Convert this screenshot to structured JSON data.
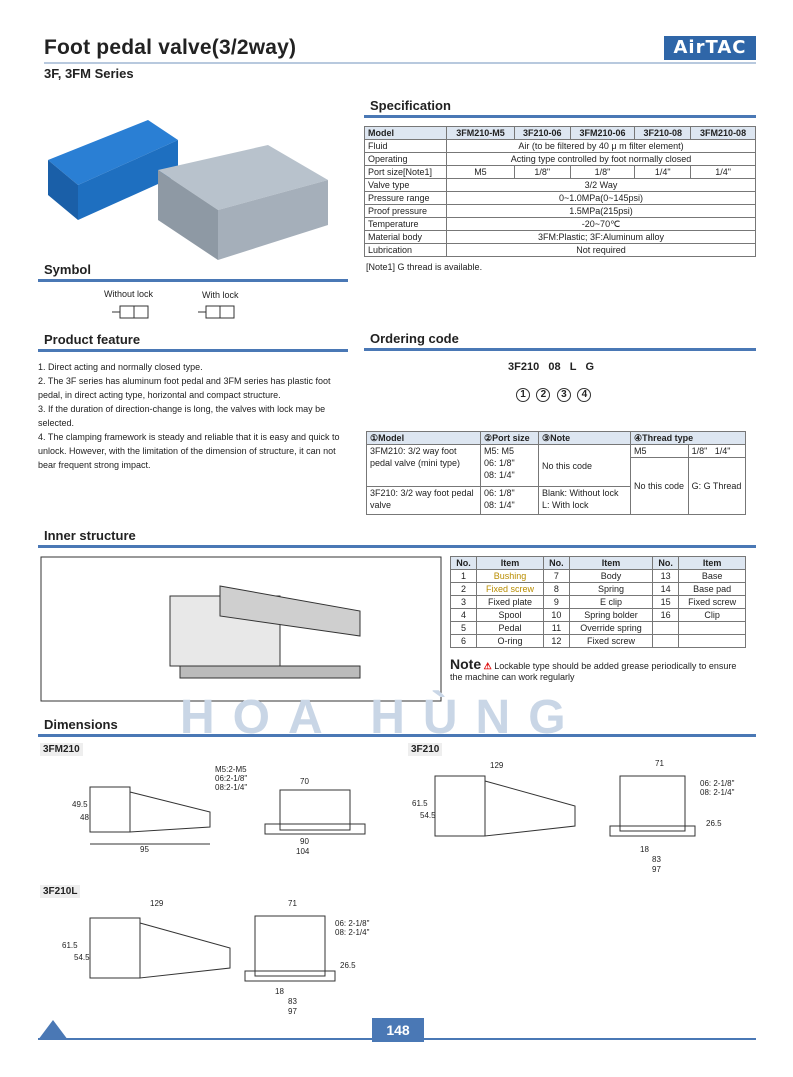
{
  "header": {
    "title": "Foot pedal valve(3/2way)",
    "series": "3F, 3FM Series",
    "brand": "AirTAC"
  },
  "sections": {
    "specification": "Specification",
    "symbol": "Symbol",
    "product_feature": "Product feature",
    "ordering_code": "Ordering code",
    "inner_structure": "Inner structure",
    "dimensions": "Dimensions"
  },
  "spec": {
    "headers": [
      "Model",
      "3FM210-M5",
      "3F210-06",
      "3FM210-06",
      "3F210-08",
      "3FM210-08"
    ],
    "fluid": [
      "Fluid",
      "Air (to be filtered by 40 μ m filter element)"
    ],
    "operating": [
      "Operating",
      "Acting type controlled by foot normally closed"
    ],
    "port_size": [
      "Port size[Note1]",
      "M5",
      "1/8\"",
      "1/8\"",
      "1/4\"",
      "1/4\""
    ],
    "valve_type": [
      "Valve type",
      "3/2 Way"
    ],
    "pressure_range": [
      "Pressure range",
      "0~1.0MPa(0~145psi)"
    ],
    "proof_pressure": [
      "Proof pressure",
      "1.5MPa(215psi)"
    ],
    "temperature": [
      "Temperature",
      "-20~70℃"
    ],
    "material": [
      "Material body",
      "3FM:Plastic; 3F:Aluminum alloy"
    ],
    "lubrication": [
      "Lubrication",
      "Not required"
    ],
    "note": "[Note1] G thread is available."
  },
  "symbol": {
    "without_lock": "Without lock",
    "with_lock": "With lock"
  },
  "features": [
    "1. Direct acting and normally closed type.",
    "2. The 3F series has aluminum foot pedal and 3FM series has plastic foot pedal, in direct acting type, horizontal and compact structure.",
    "3. If the duration of direction-change is long, the valves with lock may be selected.",
    "4. The clamping framework is steady and reliable that it is easy and quick to unlock. However, with the limitation of the dimension of structure, it can not bear frequent strong impact."
  ],
  "ordering": {
    "code": "3F210   08   L   G",
    "nums": [
      "1",
      "2",
      "3",
      "4"
    ],
    "col_model": "①Model",
    "col_port": "②Port size",
    "col_note": "③Note",
    "col_thread": "④Thread type",
    "model1": "3FM210: 3/2 way foot pedal valve (mini type)",
    "port1": "M5: M5\n06: 1/8\"\n08: 1/4\"",
    "note1": "No this code",
    "thread_m5": "M5",
    "thread_sizes": "1/8\"   1/4\"",
    "model2": "3F210: 3/2 way foot pedal valve",
    "port2": "06: 1/8\"\n08: 1/4\"",
    "note2": "Blank: Without lock\nL: With lock",
    "thread_none": "No this code",
    "thread_g": "G: G Thread"
  },
  "items": {
    "headers": [
      "No.",
      "Item",
      "No.",
      "Item",
      "No.",
      "Item"
    ],
    "rows": [
      [
        "1",
        "Bushing",
        "7",
        "Body",
        "13",
        "Base"
      ],
      [
        "2",
        "Fixed screw",
        "8",
        "Spring",
        "14",
        "Base pad"
      ],
      [
        "3",
        "Fixed plate",
        "9",
        "E clip",
        "15",
        "Fixed screw"
      ],
      [
        "4",
        "Spool",
        "10",
        "Spring bolder",
        "16",
        "Clip"
      ],
      [
        "5",
        "Pedal",
        "11",
        "Override spring",
        "",
        ""
      ],
      [
        "6",
        "O-ring",
        "12",
        "Fixed screw",
        "",
        ""
      ]
    ]
  },
  "note": {
    "label": "Note",
    "text": "Lockable type should be added grease periodically to ensure the machine  can work regularly"
  },
  "watermark": "HOA HÙNG",
  "dimensions": {
    "tag1": "3FM210",
    "tag2": "3F210",
    "tag3": "3F210L",
    "d1_left": [
      "49.5",
      "48",
      "95"
    ],
    "d1_right": [
      "M5:2-M5",
      "06:2-1/8\"",
      "08:2-1/4\"",
      "70",
      "90",
      "104"
    ],
    "d2_left": [
      "129",
      "61.5",
      "54.5"
    ],
    "d2_right": [
      "71",
      "06: 2-1/8\"",
      "08: 2-1/4\"",
      "26.5",
      "18",
      "83",
      "97"
    ],
    "d3_left": [
      "129",
      "61.5",
      "54.5"
    ],
    "d3_right": [
      "71",
      "06: 2-1/8\"",
      "08: 2-1/4\"",
      "26.5",
      "18",
      "83",
      "97"
    ]
  },
  "page_number": "148",
  "colors": {
    "accent": "#4a78b5",
    "header_bg": "#dde6f1",
    "highlight": "#b98d00"
  }
}
